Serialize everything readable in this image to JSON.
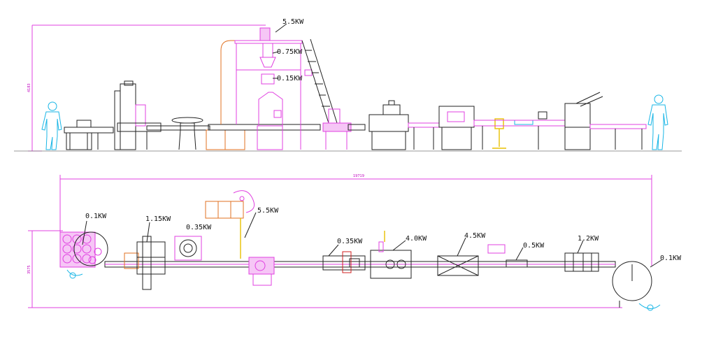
{
  "dimensions": {
    "elevation_height": "4183",
    "plan_width": "19719",
    "plan_height": "3575"
  },
  "elevation_labels": [
    {
      "id": "e1",
      "text": "5.5KW"
    },
    {
      "id": "e2",
      "text": "0.75KW"
    },
    {
      "id": "e3",
      "text": "0.15KW"
    }
  ],
  "plan_labels": [
    {
      "id": "p1",
      "text": "0.1KW"
    },
    {
      "id": "p2",
      "text": "1.15KW"
    },
    {
      "id": "p3",
      "text": "0.35KW"
    },
    {
      "id": "p4",
      "text": "5.5KW"
    },
    {
      "id": "p5",
      "text": "0.35KW"
    },
    {
      "id": "p6",
      "text": "4.0KW"
    },
    {
      "id": "p7",
      "text": "4.5KW"
    },
    {
      "id": "p8",
      "text": "0.5KW"
    },
    {
      "id": "p9",
      "text": "1.2KW"
    },
    {
      "id": "p10",
      "text": "0.1KW"
    }
  ],
  "colors": {
    "frame": "#e040e0",
    "machine": "#222222",
    "operator": "#19b6e6",
    "dimension_text": "#c000c0"
  },
  "icons": [
    "operator-figure-icon",
    "rotary-table-icon",
    "conveyor-icon"
  ]
}
